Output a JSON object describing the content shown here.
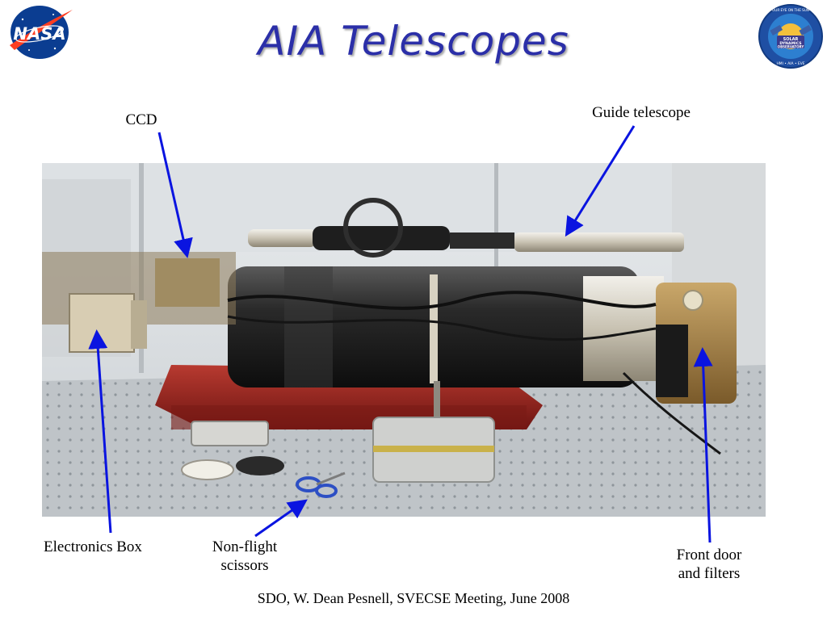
{
  "slide": {
    "title": "AIA Telescopes",
    "footer": "SDO, W. Dean Pesnell, SVECSE Meeting, June 2008"
  },
  "logos": {
    "nasa": {
      "text": "NASA"
    },
    "sdo": {
      "ring_top": "OUR EYE ON THE SUN",
      "line1": "SOLAR",
      "line2": "DYNAMICS",
      "line3": "OBSERVATORY",
      "ring_bottom": "HMI • AIA • EVE"
    }
  },
  "labels": {
    "ccd": "CCD",
    "guide_telescope": "Guide telescope",
    "electronics_box": "Electronics Box",
    "scissors_line1": "Non-flight",
    "scissors_line2": "scissors",
    "front_door_line1": "Front door",
    "front_door_line2": "and filters"
  },
  "colors": {
    "title": "#2b2fa8",
    "arrow": "#0a14e0",
    "nasa_blue": "#0b3d91",
    "nasa_red": "#fc3d21"
  }
}
